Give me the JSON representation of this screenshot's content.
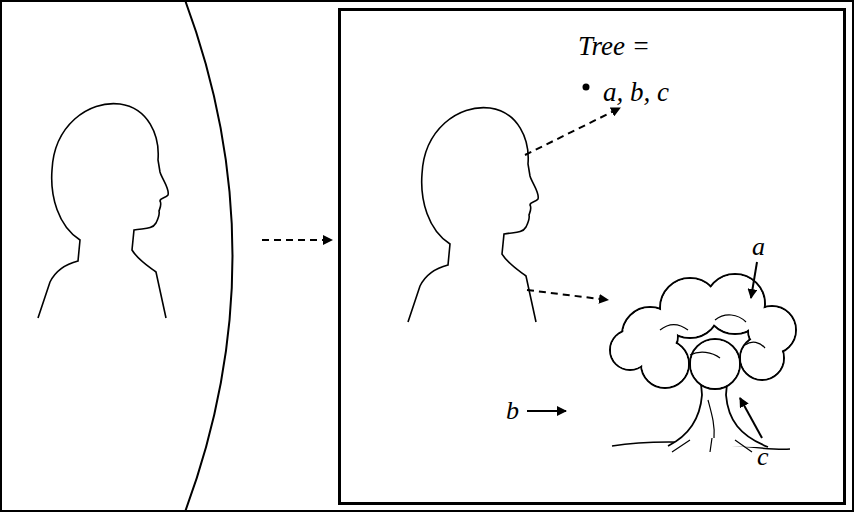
{
  "diagram": {
    "nodes": [
      {
        "text": [
          "Tree =",
          "a, b, c"
        ]
      }
    ],
    "labels": [
      "a",
      "b",
      "c"
    ]
  }
}
